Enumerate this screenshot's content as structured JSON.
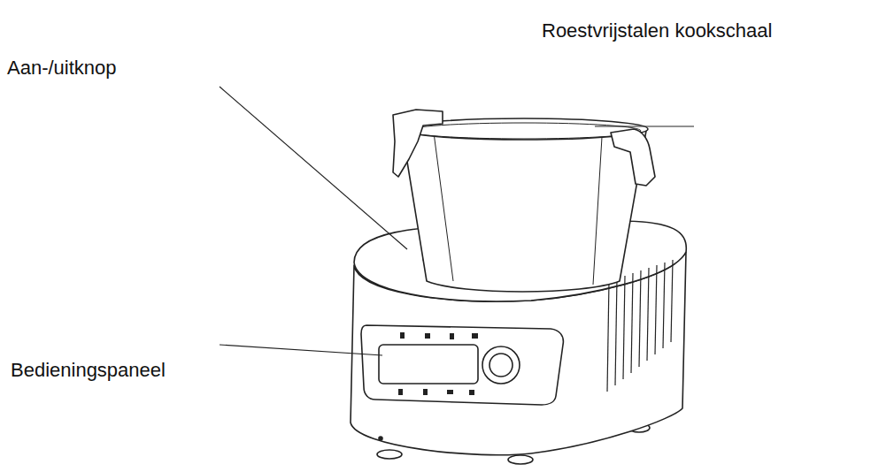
{
  "diagram": {
    "labels": [
      "Roestvrijstalen kookschaal",
      "Aan-/uitknop",
      "Bedieningspaneel"
    ]
  }
}
